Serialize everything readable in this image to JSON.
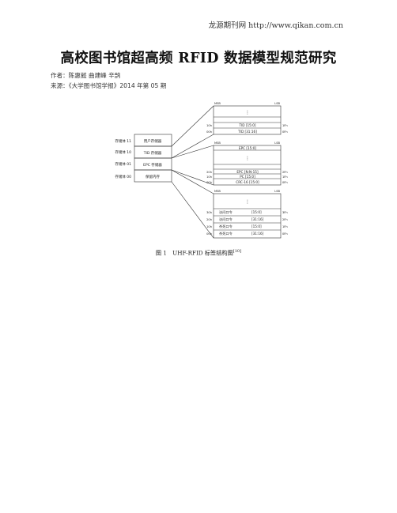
{
  "header": {
    "site": "龙源期刊网 http://www.qikan.com.cn"
  },
  "article": {
    "title": "高校图书馆超高频 RFID 数据模型规范研究",
    "author_line": "作者：陈惠懿 曲建峰 辛鹄",
    "source_line": "来源：《大学图书馆学报》2014 年第 05 期"
  },
  "figure": {
    "bank_labels": [
      "存储体 11",
      "存储体 10",
      "存储体 01",
      "存储体 00"
    ],
    "bank_names": [
      "用户存储器",
      "TID 存储器",
      "EPC 存储器",
      "保留内存"
    ],
    "msb": "MSB",
    "lsb": "LSB",
    "vdots": "⋮",
    "tid_block": {
      "rows": [
        {
          "left": "10h",
          "label": "TID [15:0]",
          "right": "1Fh"
        },
        {
          "left": "00h",
          "label": "TID [31:16]",
          "right": "0Fh"
        }
      ]
    },
    "epc_block": {
      "top_label": "EPC [15:0]",
      "rows": [
        {
          "left": "20h",
          "label": "EPC [N:N-15]",
          "right": "2Fh"
        },
        {
          "left": "10h",
          "label": "PC [15:0]",
          "right": "1Fh"
        },
        {
          "left": "00h",
          "label": "CRC-16 [15:0]",
          "right": "0Fh"
        }
      ]
    },
    "reserved_block": {
      "rows": [
        {
          "left": "30h",
          "name": "访问口令",
          "bits": "[15:0]",
          "right": "3Fh"
        },
        {
          "left": "20h",
          "name": "访问口令",
          "bits": "[31:16]",
          "right": "2Fh"
        },
        {
          "left": "10h",
          "name": "杀死口令",
          "bits": "[15:0]",
          "right": "1Fh"
        },
        {
          "left": "00h",
          "name": "杀死口令",
          "bits": "[31:16]",
          "right": "0Fh"
        }
      ]
    },
    "caption": "图 1　UHF-RFID 标签结构图",
    "caption_ref": "[10]"
  }
}
